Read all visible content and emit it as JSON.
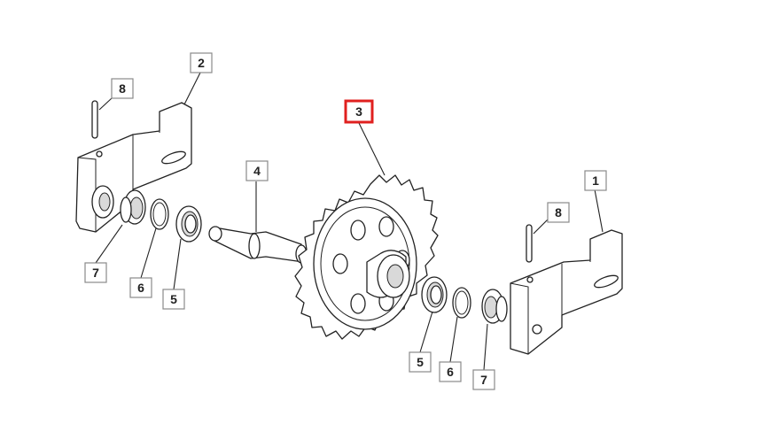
{
  "callouts": [
    {
      "id": "c2",
      "label": "2",
      "highlighted": false
    },
    {
      "id": "c8a",
      "label": "8",
      "highlighted": false
    },
    {
      "id": "c3",
      "label": "3",
      "highlighted": true
    },
    {
      "id": "c4",
      "label": "4",
      "highlighted": false
    },
    {
      "id": "c1",
      "label": "1",
      "highlighted": false
    },
    {
      "id": "c8b",
      "label": "8",
      "highlighted": false
    },
    {
      "id": "c7a",
      "label": "7",
      "highlighted": false
    },
    {
      "id": "c6a",
      "label": "6",
      "highlighted": false
    },
    {
      "id": "c5a",
      "label": "5",
      "highlighted": false
    },
    {
      "id": "c5b",
      "label": "5",
      "highlighted": false
    },
    {
      "id": "c6b",
      "label": "6",
      "highlighted": false
    },
    {
      "id": "c7b",
      "label": "7",
      "highlighted": false
    }
  ],
  "colors": {
    "highlight": "#e0201f",
    "box_border": "#8a8a8a",
    "line": "#222222"
  }
}
